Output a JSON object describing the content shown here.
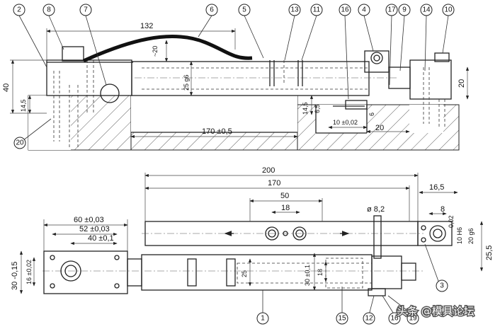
{
  "balloons": [
    "2",
    "8",
    "7",
    "6",
    "5",
    "13",
    "11",
    "16",
    "4",
    "17",
    "9",
    "14",
    "10",
    "20",
    "3",
    "1",
    "15",
    "12",
    "16",
    "19"
  ],
  "dims_top": {
    "d132": "132",
    "d20a": "~20",
    "d25": "25 g6",
    "d40": "40",
    "d145a": "14,5",
    "d145b": "14,5",
    "d65": "6,5",
    "d170": "170 ±0,5",
    "d10": "10 ±0,02",
    "d20b": "20",
    "d6": "6",
    "d20c": "20"
  },
  "dims_bottom": {
    "d200": "200",
    "d170": "170",
    "d50": "50",
    "d18a": "18",
    "d165": "16,5",
    "d8": "8",
    "d82": "ø 8,2",
    "d10h": "10 H6",
    "d02": "0,02",
    "d20g6": "20 g6",
    "d255": "25,5",
    "d60": "60 ±0,03",
    "d52": "52 ±0,03",
    "d40": "40 ±0,1",
    "d30": "30 -0,15",
    "d16": "16 ±0,02",
    "d25": "25",
    "d301": "30 ±0,1",
    "d18b": "18"
  },
  "watermark": "头条 @模具论坛"
}
